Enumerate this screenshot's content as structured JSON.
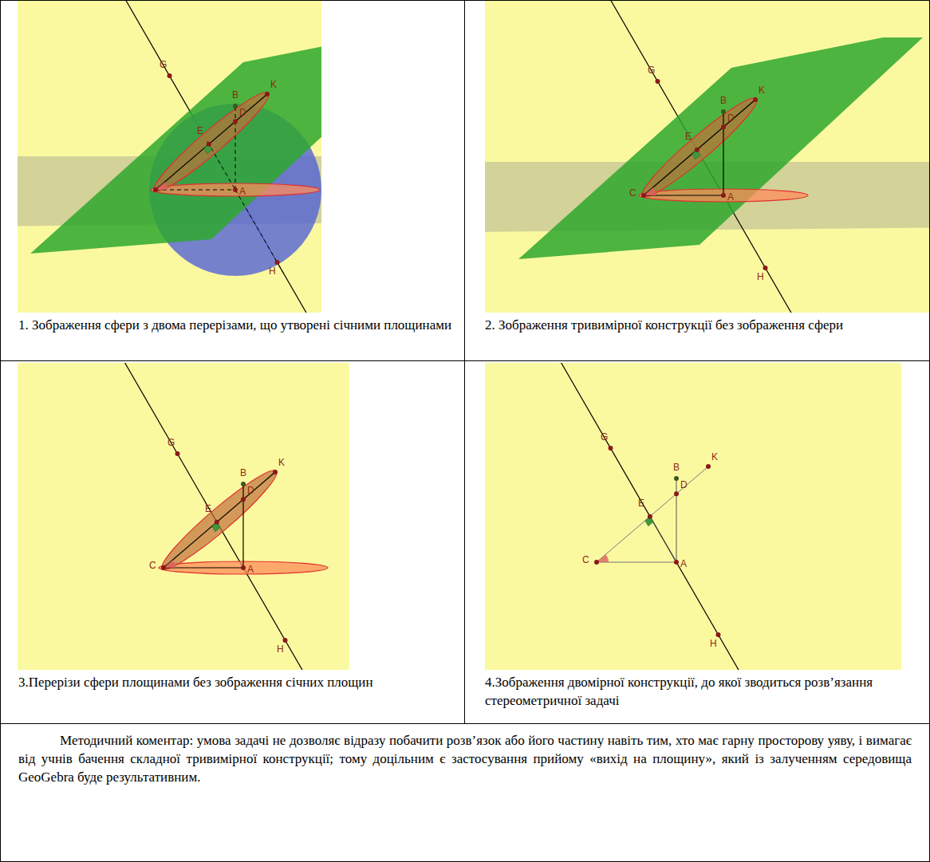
{
  "diagram": {
    "nodes": [
      {
        "text": [
          "1. Зображення сфери з двома перерізами, що утворені січними площинами"
        ]
      },
      {
        "text": [
          "2. Зображення тривимірної конструкції без зображення сфери"
        ]
      },
      {
        "text": [
          "3.Перерізи сфери площинами без зображення січних площин"
        ]
      },
      {
        "text": [
          "4.Зображення двомірної конструкції, до якої зводиться розв’язання стереометричної задачі"
        ]
      },
      {
        "text": [
          "Методичний коментар: умова задачі не дозволяє відразу побачити розв’язок або його частину навіть тим, хто має гарну просторову уяву, і вимагає від учнів бачення складної тривимірної конструкції; тому доцільним є застосування прийому «вихід на площину», який із залученням середовища GeoGebra буде результативним."
        ]
      }
    ],
    "labels": [
      "G",
      "B",
      "K",
      "E",
      "D",
      "A",
      "H",
      "G",
      "B",
      "K",
      "E",
      "D",
      "C",
      "A",
      "H",
      "G",
      "B",
      "K",
      "E",
      "D",
      "C",
      "A",
      "H",
      "G",
      "B",
      "K",
      "E",
      "D",
      "C",
      "A",
      "H"
    ]
  }
}
